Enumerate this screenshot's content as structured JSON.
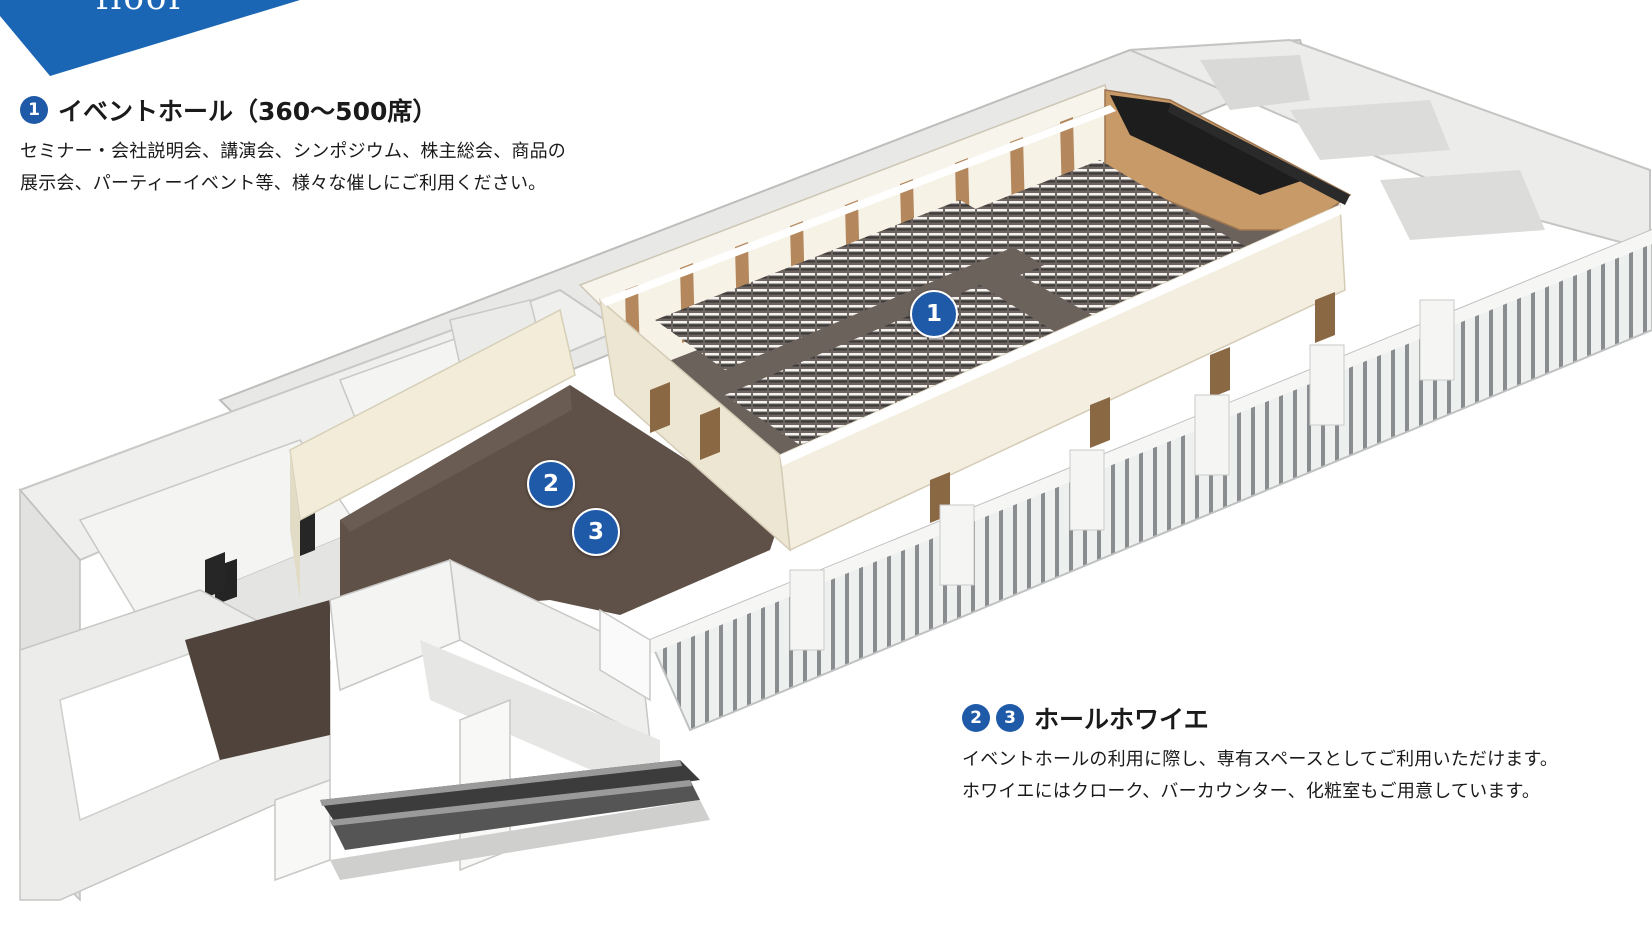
{
  "banner": {
    "label": "floor"
  },
  "section1": {
    "number": "1",
    "title": "イベントホール（360〜500席）",
    "desc_line1": "セミナー・会社説明会、講演会、シンポジウム、株主総会、商品の",
    "desc_line2": "展示会、パーティーイベント等、様々な催しにご利用ください。"
  },
  "section2": {
    "number_a": "2",
    "number_b": "3",
    "title": "ホールホワイエ",
    "desc_line1": "イベントホールの利用に際し、専有スペースとしてご利用いただけます。",
    "desc_line2": "ホワイエにはクローク、バーカウンター、化粧室もご用意しています。"
  },
  "markers": {
    "m1": "1",
    "m2": "2",
    "m3": "3"
  },
  "colors": {
    "accent_blue": "#1e5aa8",
    "banner_blue": "#1a66b5",
    "floor_brown": "#5f5147",
    "wood": "#b4875c"
  }
}
